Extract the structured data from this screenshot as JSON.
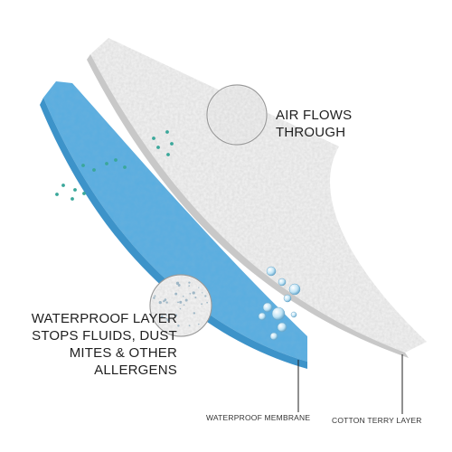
{
  "labels": {
    "air_flows": [
      "AIR FLOWS",
      "THROUGH"
    ],
    "waterproof_layer": [
      "WATERPROOF LAYER",
      "STOPS FLUIDS, DUST",
      "MITES & OTHER",
      "ALLERGENS"
    ],
    "waterproof_membrane": "WATERPROOF MEMBRANE",
    "cotton_terry_layer": "COTTON TERRY LAYER"
  },
  "colors": {
    "membrane_blue": "#5aaee0",
    "membrane_edge": "#3d93c9",
    "terry_white": "#f2f2f2",
    "terry_edge": "#c8c8c8",
    "particle_teal": "#3aa79a",
    "leader_line": "#222222"
  }
}
